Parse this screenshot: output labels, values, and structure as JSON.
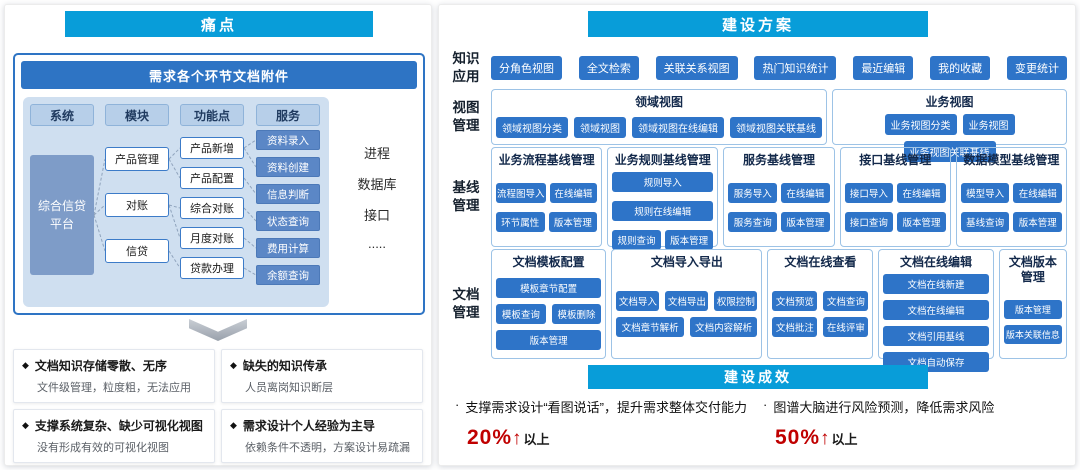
{
  "colors": {
    "banner_blue": "#089dd9",
    "button_blue": "#2e74c8",
    "node_blue": "#5b87c6",
    "accent_red": "#c00000"
  },
  "left": {
    "banner": "痛点",
    "diagram": {
      "title": "需求各个环节文档附件",
      "system_header": "系统",
      "system_node": "综合信贷平台",
      "module_header": "模块",
      "module_items": [
        "产品管理",
        "对账",
        "信贷"
      ],
      "feature_header": "功能点",
      "feature_items": [
        "产品新增",
        "产品配置",
        "综合对账",
        "月度对账",
        "贷款办理"
      ],
      "service_header": "服务",
      "service_items": [
        "资料录入",
        "资料创建",
        "信息判断",
        "状态查询",
        "费用计算",
        "余额查询"
      ],
      "side_items": [
        "进程",
        "数据库",
        "接口",
        "....."
      ]
    },
    "pain_points": [
      {
        "bullet": "◆",
        "title": "文档知识存储零散、无序",
        "desc": "文件级管理，粒度粗，无法应用"
      },
      {
        "bullet": "◆",
        "title": "缺失的知识传承",
        "desc": "人员离岗知识断层"
      },
      {
        "bullet": "◆",
        "title": "支撑系统复杂、缺少可视化视图",
        "desc": "没有形成有效的可视化视图"
      },
      {
        "bullet": "◆",
        "title": "需求设计个人经验为主导",
        "desc": "依赖条件不透明，方案设计易疏漏"
      }
    ]
  },
  "right": {
    "banner": "建设方案",
    "knowledge": {
      "label": "知识应用",
      "buttons": [
        "分角色视图",
        "全文检索",
        "关联关系视图",
        "热门知识统计",
        "最近编辑",
        "我的收藏",
        "变更统计"
      ]
    },
    "views": {
      "label": "视图管理",
      "groups": [
        {
          "title": "领域视图",
          "buttons": [
            "领域视图分类",
            "领域视图",
            "领域视图在线编辑",
            "领域视图关联基线"
          ]
        },
        {
          "title": "业务视图",
          "buttons": [
            "业务视图分类",
            "业务视图",
            "业务视图关联基线"
          ]
        }
      ]
    },
    "baseline": {
      "label": "基线管理",
      "groups": [
        {
          "title": "业务流程基线管理",
          "buttons": [
            "流程图导入",
            "在线编辑",
            "环节属性",
            "版本管理"
          ]
        },
        {
          "title": "业务规则基线管理",
          "buttons": [
            "规则导入",
            "规则在线编辑",
            "规则查询",
            "版本管理"
          ]
        },
        {
          "title": "服务基线管理",
          "buttons": [
            "服务导入",
            "在线编辑",
            "服务查询",
            "版本管理"
          ]
        },
        {
          "title": "接口基线管理",
          "buttons": [
            "接口导入",
            "在线编辑",
            "接口查询",
            "版本管理"
          ]
        },
        {
          "title": "数据模型基线管理",
          "buttons": [
            "模型导入",
            "在线编辑",
            "基线查询",
            "版本管理"
          ]
        }
      ]
    },
    "documents": {
      "label": "文档管理",
      "groups": [
        {
          "title": "文档模板配置",
          "buttons": [
            "模板章节配置",
            "模板查询",
            "模板删除",
            "版本管理"
          ]
        },
        {
          "title": "文档导入导出",
          "buttons": [
            "文档导入",
            "文档导出",
            "权限控制",
            "文档章节解析",
            "文档内容解析"
          ]
        },
        {
          "title": "文档在线查看",
          "buttons": [
            "文档预览",
            "文档查询",
            "文档批注",
            "在线评审"
          ]
        },
        {
          "title": "文档在线编辑",
          "buttons": [
            "文档在线新建",
            "文档在线编辑",
            "文档引用基线",
            "文档自动保存"
          ]
        },
        {
          "title": "文档版本管理",
          "buttons": [
            "版本管理",
            "版本关联信息"
          ]
        }
      ]
    },
    "results_banner": "建设成效",
    "results": [
      {
        "bullet": "·",
        "text": "支撑需求设计“看图说话”，提升需求整体交付能力",
        "value": "20%",
        "arrow": "↑",
        "suffix": "以上"
      },
      {
        "bullet": "·",
        "text": "图谱大脑进行风险预测，降低需求风险",
        "value": "50%",
        "arrow": "↑",
        "suffix": "以上"
      }
    ]
  }
}
